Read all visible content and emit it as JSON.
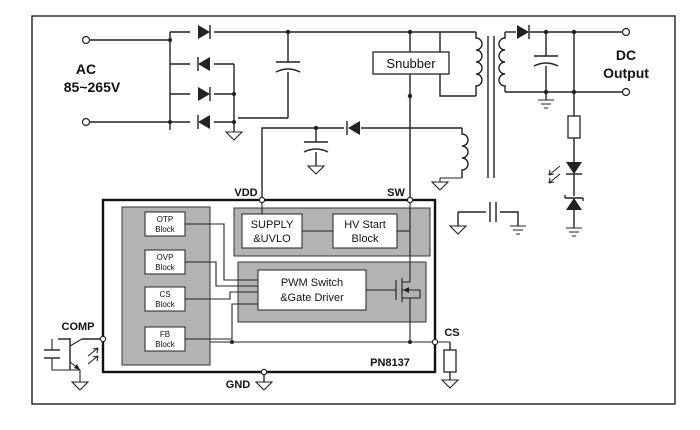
{
  "labels": {
    "ac_line1": "AC",
    "ac_line2": "85~265V",
    "dc_line1": "DC",
    "dc_line2": "Output",
    "snubber": "Snubber",
    "vdd": "VDD",
    "sw": "SW",
    "comp": "COMP",
    "gnd": "GND",
    "cs": "CS",
    "chip": "PN8137"
  },
  "blocks": {
    "otp": [
      "OTP",
      "Block"
    ],
    "ovp": [
      "OVP",
      "Block"
    ],
    "cs": [
      "CS",
      "Block"
    ],
    "fb": [
      "FB",
      "Block"
    ],
    "supply": [
      "SUPPLY",
      "&UVLO"
    ],
    "hvstart": [
      "HV Start",
      "Block"
    ],
    "pwm": [
      "PWM Switch",
      "&Gate Driver"
    ]
  },
  "colors": {
    "block_fill": "#b3b3b3",
    "chip_border": "#111111",
    "wire": "#222222"
  }
}
